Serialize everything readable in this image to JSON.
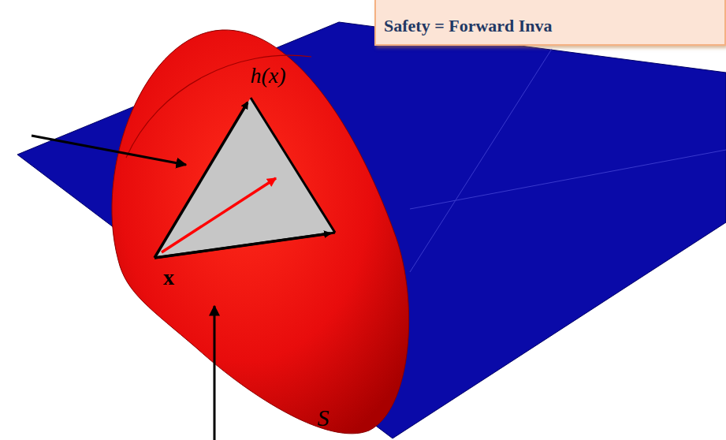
{
  "diagram": {
    "nodes": [
      {
        "text": [
          "Safety = Forward Inva"
        ]
      }
    ],
    "labels": [
      "h(x)",
      "x",
      "S"
    ]
  }
}
